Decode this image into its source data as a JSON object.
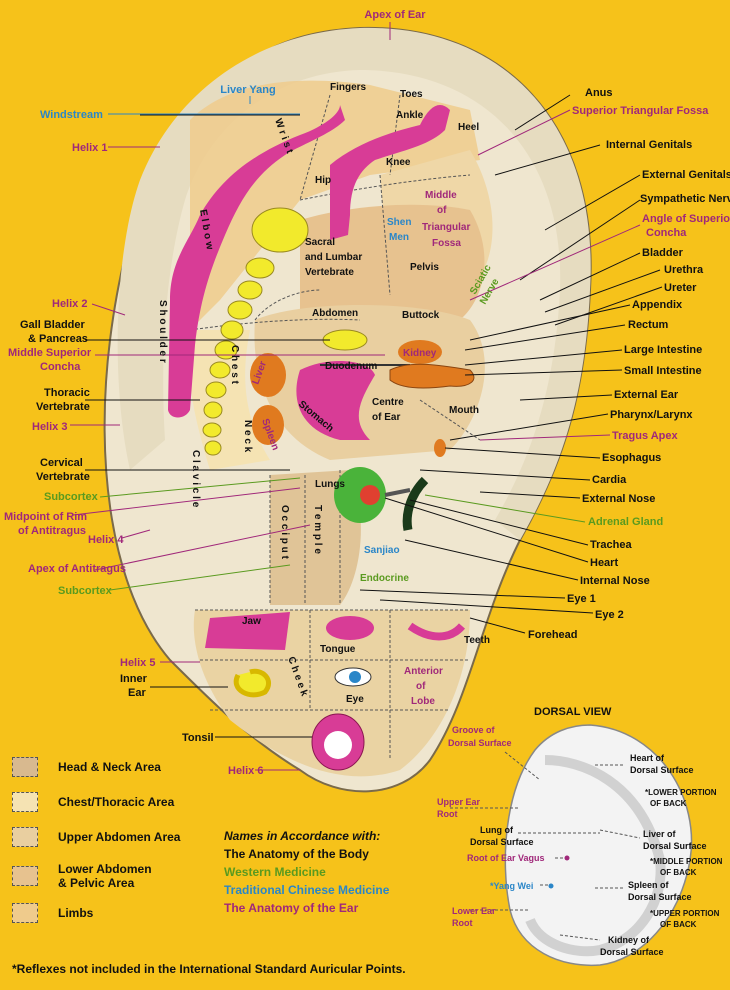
{
  "top": {
    "apex_of_ear": "Apex of Ear"
  },
  "labels": {
    "liver_yang": "Liver Yang",
    "windstream": "Windstream",
    "helix1": "Helix 1",
    "helix2": "Helix 2",
    "helix3": "Helix 3",
    "helix4": "Helix 4",
    "helix5": "Helix 5",
    "helix6": "Helix 6",
    "gall_bladder": "Gall Bladder",
    "pancreas": "& Pancreas",
    "middle_superior": "Middle Superior",
    "concha": "Concha",
    "thoracic": "Thoracic",
    "vertebrate": "Vertebrate",
    "cervical": "Cervical",
    "subcortex": "Subcortex",
    "midpoint_of_rim": "Midpoint of Rim",
    "of_antitragus": "of Antitragus",
    "apex_of_antitragus": "Apex of Antitragus",
    "inner": "Inner",
    "ear": "Ear",
    "tonsil": "Tonsil",
    "anus": "Anus",
    "superior_triangular_fossa": "Superior Triangular Fossa",
    "internal_genitals": "Internal Genitals",
    "external_genitals": "External Genitals",
    "sympathetic_nerve": "Sympathetic Nerve",
    "angle_of_superior": "Angle of Superior",
    "concha2": "Concha",
    "bladder": "Bladder",
    "urethra": "Urethra",
    "ureter": "Ureter",
    "appendix": "Appendix",
    "rectum": "Rectum",
    "large_intestine": "Large Intestine",
    "small_intestine": "Small Intestine",
    "external_ear": "External Ear",
    "pharynx_larynx": "Pharynx/Larynx",
    "tragus_apex": "Tragus Apex",
    "esophagus": "Esophagus",
    "cardia": "Cardia",
    "external_nose": "External Nose",
    "adrenal_gland": "Adrenal Gland",
    "trachea": "Trachea",
    "heart": "Heart",
    "internal_nose": "Internal Nose",
    "eye1": "Eye 1",
    "eye2": "Eye 2",
    "forehead": "Forehead"
  },
  "zones": {
    "fingers": "Fingers",
    "toes": "Toes",
    "ankle": "Ankle",
    "heel": "Heel",
    "knee": "Knee",
    "hip": "Hip",
    "wrist": "W r i s t",
    "elbow": "E l b o w",
    "shoulder": "S h o u l d e r",
    "sacral": "Sacral",
    "and_lumbar": "and Lumbar",
    "vertebrate": "Vertebrate",
    "shen": "Shen",
    "men": "Men",
    "middle_of": "Middle",
    "of": "of",
    "triangular": "Triangular",
    "fossa": "Fossa",
    "pelvis": "Pelvis",
    "sciatic": "Sciatic",
    "nerve": "Nerve",
    "abdomen": "Abdomen",
    "buttock": "Buttock",
    "kidney": "Kidney",
    "duodenum": "Duodenum",
    "liver": "Liver",
    "chest": "C h e s t",
    "neck": "N e c k",
    "stomach": "Stomach",
    "spleen": "Spleen",
    "centre": "Centre",
    "of_ear": "of Ear",
    "mouth": "Mouth",
    "clavicle": "C l a v i c l e",
    "lungs": "Lungs",
    "occiput": "O c c i p u t",
    "temple": "T e m p l e",
    "sanjiao": "Sanjiao",
    "endocrine": "Endocrine",
    "jaw": "Jaw",
    "tongue": "Tongue",
    "teeth": "Teeth",
    "cheek": "C h e e k",
    "eye": "Eye",
    "anterior": "Anterior",
    "of2": "of",
    "lobe": "Lobe"
  },
  "dorsal": {
    "title": "DORSAL VIEW",
    "groove": "Groove of",
    "groove2": "Dorsal Surface",
    "heart": "Heart of",
    "heart2": "Dorsal Surface",
    "lower_back": "*LOWER PORTION",
    "lower_back2": "OF BACK",
    "upper_ear": "Upper Ear",
    "root": "Root",
    "lung": "Lung of",
    "lung2": "Dorsal Surface",
    "liver": "Liver of",
    "liver2": "Dorsal Surface",
    "middle_back": "*MIDDLE PORTION",
    "middle_back2": "OF BACK",
    "root_vagus": "Root of Ear Vagus",
    "yang_wei": "*Yang Wei",
    "spleen": "Spleen of",
    "spleen2": "Dorsal Surface",
    "upper_back": "*UPPER PORTION",
    "upper_back2": "OF BACK",
    "lower_ear": "Lower Ear",
    "root2": "Root",
    "kidney": "Kidney of",
    "kidney2": "Dorsal Surface"
  },
  "legend": [
    {
      "label": "Head & Neck Area",
      "color": "#d8b98f"
    },
    {
      "label": "Chest/Thoracic Area",
      "color": "#f5e3b3"
    },
    {
      "label": "Upper Abdomen Area",
      "color": "#e9cfa0"
    },
    {
      "label": "Lower Abdomen",
      "label2": "& Pelvic Area",
      "color": "#e7c28f"
    },
    {
      "label": "Limbs",
      "color": "#efcb8c"
    }
  ],
  "names_legend": {
    "heading": "Names in Accordance with:",
    "anatomy_body": "The Anatomy of the Body",
    "western": "Western Medicine",
    "tcm": "Traditional Chinese Medicine",
    "anatomy_ear": "The Anatomy of the Ear"
  },
  "colors": {
    "background": "#f6c21a",
    "ear": "#efe6cf",
    "black": "#111111",
    "purple": "#a0287a",
    "green": "#5a9a1f",
    "blue": "#2a86c8",
    "pink": "#e0309a",
    "orange": "#e07a1f"
  },
  "footnote": "*Reflexes not included in the International Standard Auricular Points."
}
